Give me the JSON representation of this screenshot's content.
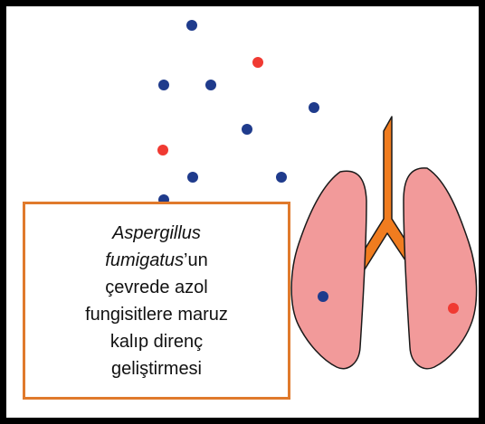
{
  "caption": {
    "species_part1": "Aspergillus",
    "species_part2": "fumigatus",
    "suffix_line2": "’un",
    "line3": "çevrede azol",
    "line4": "fungisitlere maruz",
    "line5": "kalıp direnç",
    "line6": "geliştirmesi"
  },
  "colors": {
    "frame": "#000000",
    "caption_border": "#e07a2c",
    "spore_blue": "#1f3b8c",
    "spore_red": "#f03a32",
    "lung_fill": "#f29a9a",
    "trachea": "#f07c1f"
  },
  "icons": [
    "spore-dot",
    "lungs-icon",
    "trachea-icon"
  ]
}
